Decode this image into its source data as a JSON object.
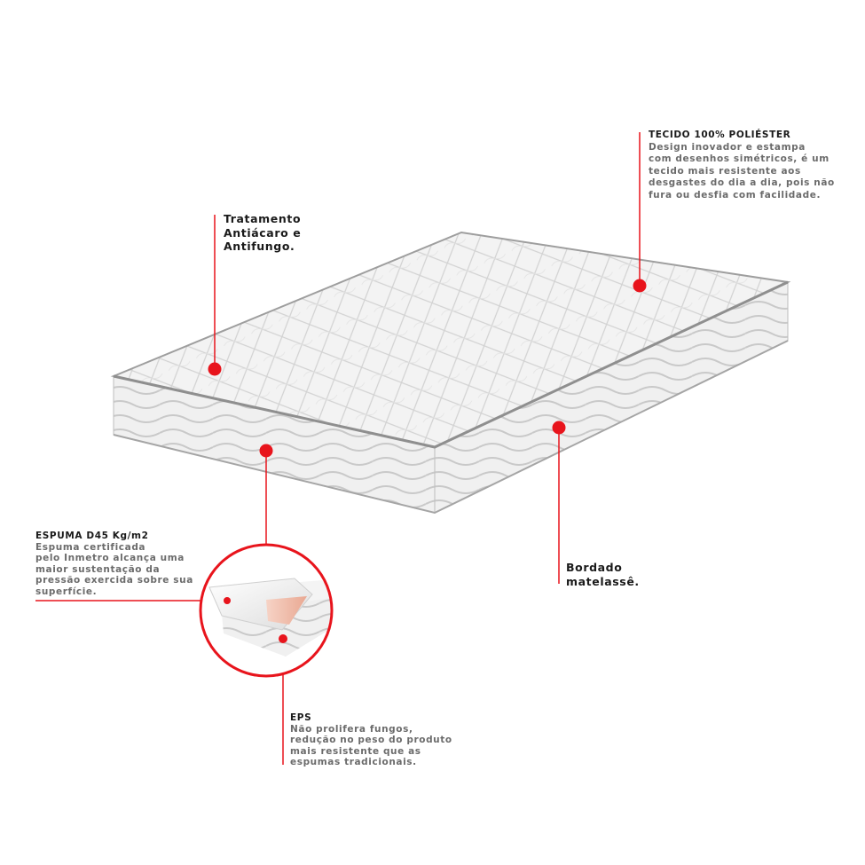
{
  "accent_color": "#e8141c",
  "callouts": {
    "tecido": {
      "title": "TECIDO 100% POLIÉSTER",
      "body": "Design inovador e estampa\ncom desenhos simétricos, é um\ntecido mais resistente aos\ndesgastes do dia a dia, pois não\nfura ou desfia com facilidade."
    },
    "tratamento": {
      "title": "Tratamento\nAntiácaro e\nAntifungo."
    },
    "bordado": {
      "title": "Bordado\nmatelassê."
    },
    "espuma": {
      "title": "ESPUMA D45 Kg/m2",
      "body": "Espuma certificada\npelo Inmetro alcança uma\nmaior  sustentação da\npressão exercida sobre sua\nsuperfície."
    },
    "eps": {
      "title": "EPS",
      "body": "Não prolifera fungos,\nredução no peso do produto\nmais resistente que as\nespumas tradicionais."
    }
  }
}
